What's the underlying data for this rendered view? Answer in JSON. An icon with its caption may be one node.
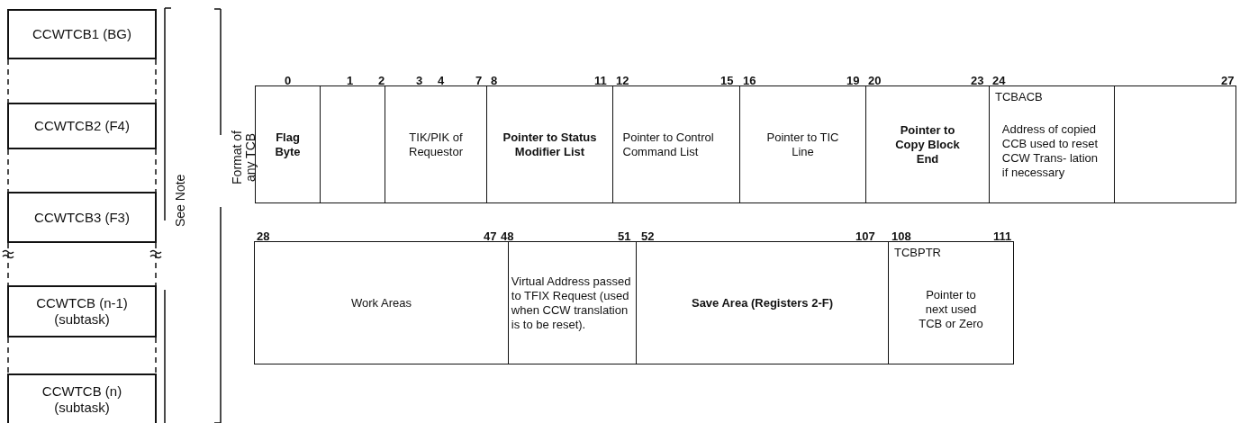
{
  "diagram": {
    "nodes": [
      {
        "text": [
          "CCWTCB1 (BG)"
        ]
      },
      {
        "text": [
          "CCWTCB2 (F4)"
        ]
      },
      {
        "text": [
          "CCWTCB3 (F3)"
        ]
      },
      {
        "text": [
          "CCWTCB (n-1) (subtask)"
        ]
      },
      {
        "text": [
          "CCWTCB (n) (subtask)"
        ]
      },
      {
        "text": [
          "Flag Byte"
        ]
      },
      {
        "text": [],
        "shape": "box"
      },
      {
        "text": [
          "TIK/PIK of Requestor"
        ]
      },
      {
        "text": [
          "Pointer to Status Modifier List"
        ]
      },
      {
        "text": [
          "Pointer to Control Command List"
        ]
      },
      {
        "text": [
          "Pointer to TIC Line"
        ]
      },
      {
        "text": [
          "Pointer to Copy Block End"
        ]
      },
      {
        "text": [
          "TCBACB",
          "Address of copied CCB used to reset CCW Trans- lation if necessary"
        ]
      },
      {
        "text": [],
        "shape": "box"
      },
      {
        "text": [
          "Work Areas"
        ]
      },
      {
        "text": [
          "Virtual Address passed to TFIX Request (used when CCW translation is to be reset)."
        ]
      },
      {
        "text": [
          "Save Area (Registers 2-F)"
        ]
      },
      {
        "text": [
          "TCBPTR",
          "Pointer to next used TCB or Zero"
        ]
      }
    ],
    "edges": [
      {
        "from": 0,
        "to": 1,
        "arrow": "none",
        "style": "dashed"
      },
      {
        "from": 0,
        "to": 1,
        "arrow": "none",
        "style": "dashed"
      },
      {
        "from": 1,
        "to": 2,
        "arrow": "none",
        "style": "dashed"
      },
      {
        "from": 1,
        "to": 2,
        "arrow": "none",
        "style": "dashed"
      },
      {
        "from": 2,
        "to": 3,
        "arrow": "none",
        "style": "dashed"
      },
      {
        "from": 2,
        "to": 3,
        "arrow": "none",
        "style": "dashed"
      },
      {
        "from": 3,
        "to": 4,
        "arrow": "none",
        "style": "dashed"
      },
      {
        "from": 3,
        "to": 4,
        "arrow": "none",
        "style": "dashed"
      }
    ],
    "labels": [
      "See Note",
      "Format of any TCB",
      "0",
      "1",
      "2",
      "3",
      "4",
      "7",
      "8",
      "11",
      "12",
      "15",
      "16",
      "19",
      "20",
      "23",
      "24",
      "27",
      "28",
      "47",
      "48",
      "51",
      "52",
      "107",
      "108",
      "111"
    ]
  }
}
